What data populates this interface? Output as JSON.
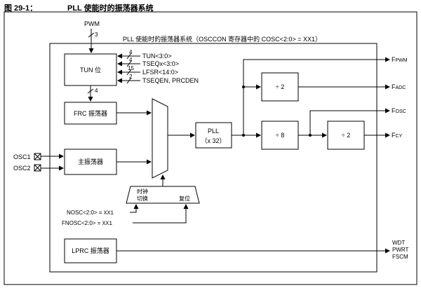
{
  "figure": {
    "number": "图 29-1：",
    "title": "PLL 使能时的振荡器系统"
  },
  "region_label": "PLL 使能时的振荡器系统（OSCCON 寄存器中的 COSC<2:0> = XX1）",
  "blocks": {
    "tun": "TUN 位",
    "frc": "FRC 振荡器",
    "main_osc": "主振荡器",
    "pll_line1": "PLL",
    "pll_line2": "（x 32）",
    "div2_top": "÷ 2",
    "div8": "÷ 8",
    "div2_bottom": "÷ 2",
    "lprc": "LPRC 振荡器",
    "switch_line1": "时钟",
    "switch_line2": "切换",
    "reset": "复位"
  },
  "inputs": {
    "pwm": "PWM",
    "pwm_width": "3",
    "osc1": "OSC1",
    "osc2": "OSC2"
  },
  "tun_bus": [
    {
      "width": "4",
      "label": "TUN<3:0>"
    },
    {
      "width": "4",
      "label": "TSEQx<3:0>"
    },
    {
      "width": "15",
      "label": "LFSR<14:0>"
    },
    {
      "width": "2",
      "label": "TSEQEN, PRCDEN"
    }
  ],
  "tun_out_width": "4",
  "outputs": {
    "fpwm": {
      "main": "F",
      "sub": "PWM"
    },
    "fadc": {
      "main": "F",
      "sub": "ADC"
    },
    "fosc": {
      "main": "F",
      "sub": "OSC"
    },
    "fcy": {
      "main": "F",
      "sub": "CY"
    },
    "wdt": "WDT",
    "pwrt": "PWRT",
    "fscm": "FSCM"
  },
  "selects": {
    "nosc_label": "NOSC<2:0> = ",
    "nosc_value": "XX1",
    "fnosc_label": "FNOSC<2:0> = ",
    "fnosc_value": "XX1"
  }
}
